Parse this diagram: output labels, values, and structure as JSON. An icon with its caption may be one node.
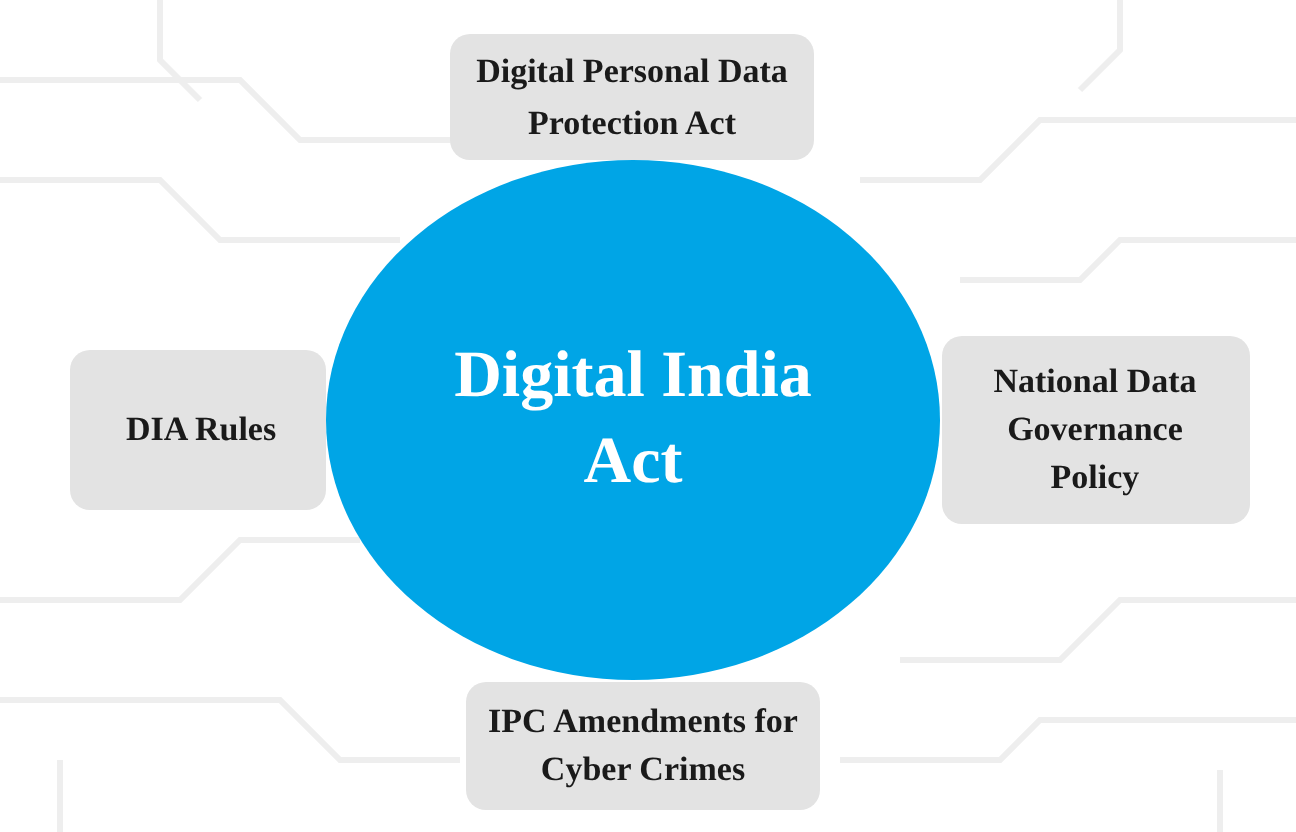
{
  "diagram": {
    "nodes": [
      {
        "text": [
          "Digital Personal Data Protection Act"
        ]
      },
      {
        "text": [
          "DIA Rules"
        ]
      },
      {
        "text": [
          "Digital India Act"
        ]
      },
      {
        "text": [
          "National Data Governance Policy"
        ]
      },
      {
        "text": [
          "IPC Amendments for Cyber Crimes"
        ]
      }
    ]
  }
}
